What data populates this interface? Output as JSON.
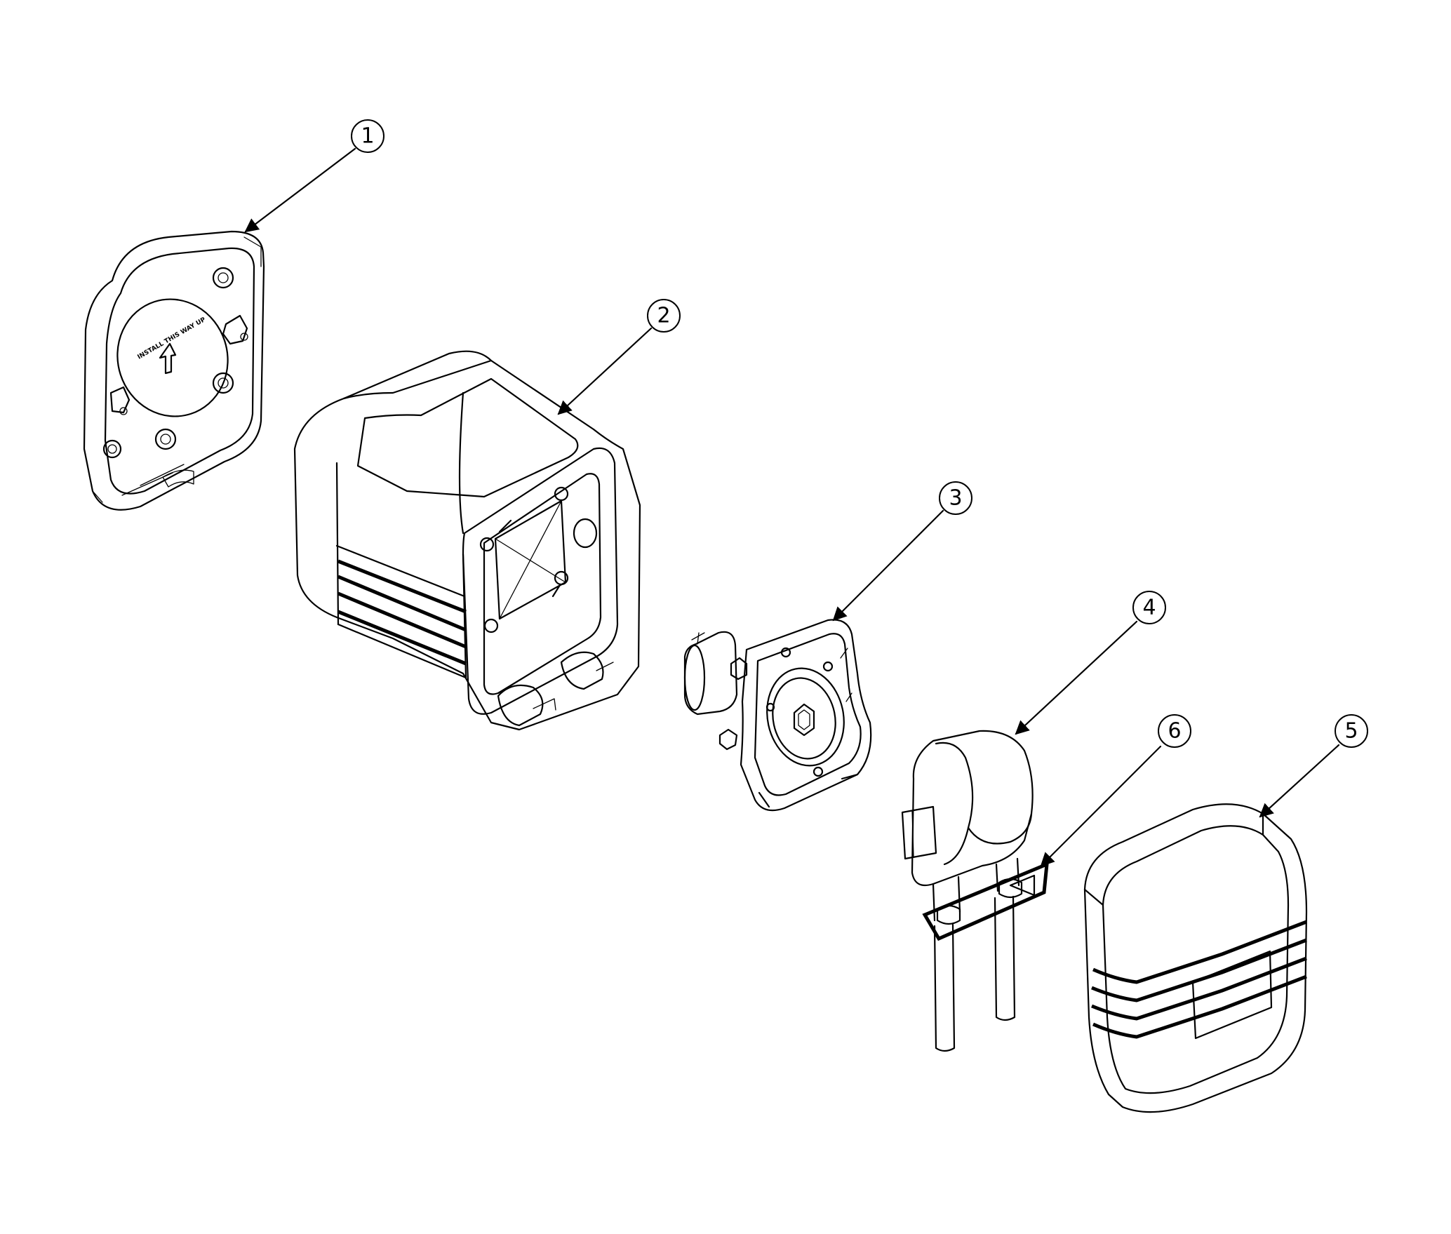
{
  "callouts": [
    {
      "id": "1",
      "label": "1"
    },
    {
      "id": "2",
      "label": "2"
    },
    {
      "id": "3",
      "label": "3"
    },
    {
      "id": "4",
      "label": "4"
    },
    {
      "id": "5",
      "label": "5"
    },
    {
      "id": "6",
      "label": "6"
    }
  ],
  "part1": {
    "label_text": "INSTALL THIS WAY UP"
  }
}
